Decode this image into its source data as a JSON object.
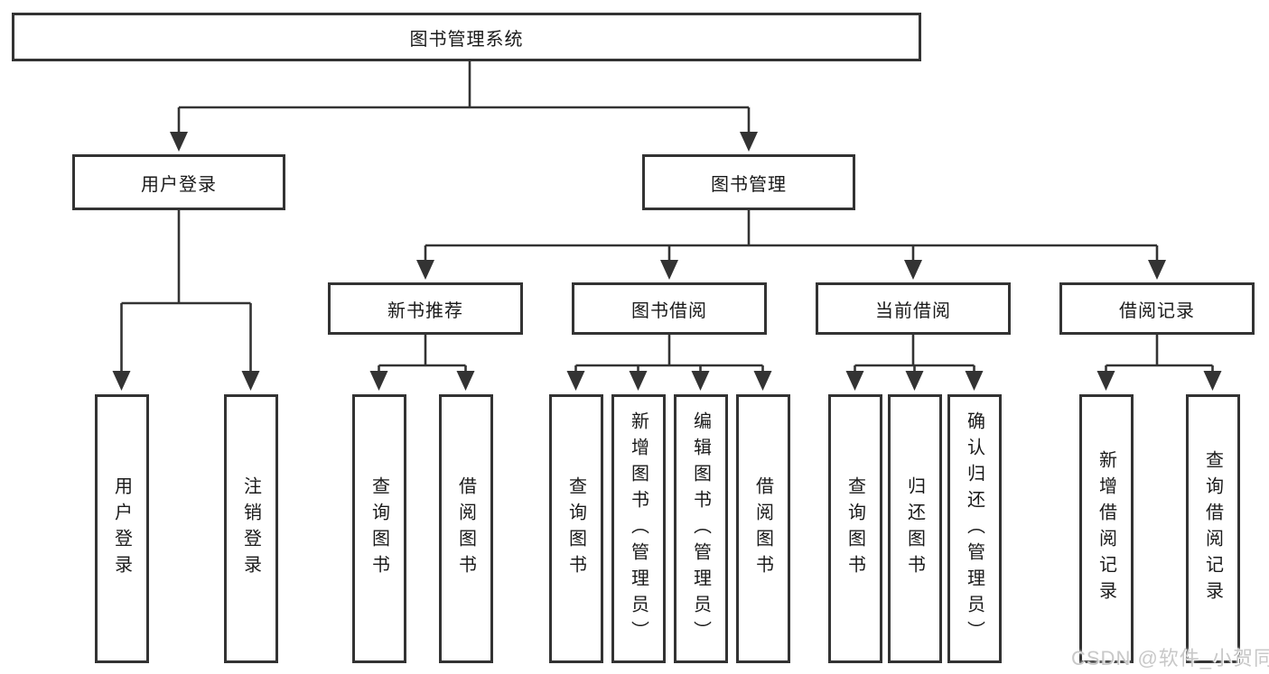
{
  "diagram": {
    "colors": {
      "line": "#333333",
      "text": "#1a1a1a",
      "box_bg": "#ffffff",
      "page_bg": "#ffffff",
      "watermark": "#c8c8c8"
    },
    "watermark": "CSDN @软件_小贺同学",
    "tree": {
      "root": {
        "label": "图书管理系统"
      },
      "branches": [
        {
          "label": "用户登录",
          "leaves": [
            {
              "label": "用户登录"
            },
            {
              "label": "注销登录"
            }
          ]
        },
        {
          "label": "图书管理",
          "groups": [
            {
              "label": "新书推荐",
              "leaves": [
                {
                  "label": "查询图书"
                },
                {
                  "label": "借阅图书"
                }
              ]
            },
            {
              "label": "图书借阅",
              "leaves": [
                {
                  "label": "查询图书"
                },
                {
                  "label": "新增图书（管理员）"
                },
                {
                  "label": "编辑图书（管理员）"
                },
                {
                  "label": "借阅图书"
                }
              ]
            },
            {
              "label": "当前借阅",
              "leaves": [
                {
                  "label": "查询图书"
                },
                {
                  "label": "归还图书"
                },
                {
                  "label": "确认归还（管理员）"
                }
              ]
            },
            {
              "label": "借阅记录",
              "leaves": [
                {
                  "label": "新增借阅记录"
                },
                {
                  "label": "查询借阅记录"
                }
              ]
            }
          ]
        }
      ]
    }
  }
}
